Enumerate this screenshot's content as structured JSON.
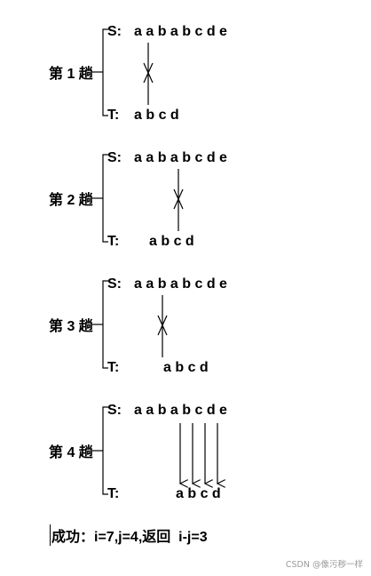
{
  "passes": [
    {
      "label": "第 1 趟",
      "s_label": "S:",
      "s_text": "a a b a b c d e",
      "t_label": "T:",
      "t_text": "a b c d",
      "marker": "mismatch"
    },
    {
      "label": "第 2 趟",
      "s_label": "S:",
      "s_text": "a a b a b c d e",
      "t_label": "T:",
      "t_text": "a b c d",
      "marker": "mismatch"
    },
    {
      "label": "第 3 趟",
      "s_label": "S:",
      "s_text": "a a b a b c d e",
      "t_label": "T:",
      "t_text": "a b c d",
      "marker": "mismatch"
    },
    {
      "label": "第 4 趟",
      "s_label": "S:",
      "s_text": "a a b a b c d e",
      "t_label": "T:",
      "t_text": "a b c d",
      "marker": "match-arrows"
    }
  ],
  "result": "成功：i=7,j=4,返回  i-j=3",
  "watermark": "CSDN @像污秽一样"
}
